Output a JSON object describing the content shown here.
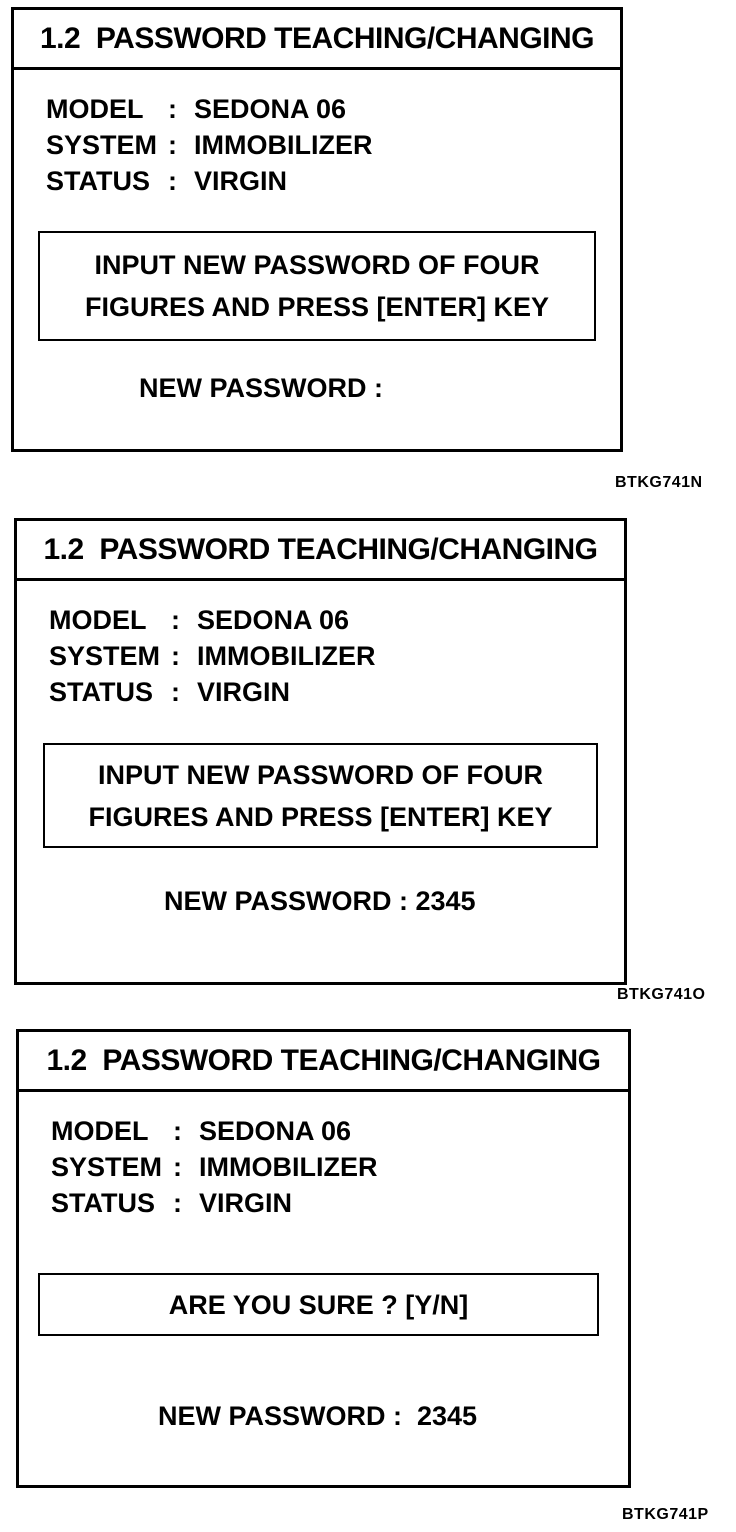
{
  "colon": ":",
  "panels": [
    {
      "title": "1.2  PASSWORD TEACHING/CHANGING",
      "info": [
        {
          "label": "MODEL",
          "value": "SEDONA 06"
        },
        {
          "label": "SYSTEM",
          "value": "IMMOBILIZER"
        },
        {
          "label": "STATUS",
          "value": "VIRGIN"
        }
      ],
      "message_lines": [
        "INPUT NEW PASSWORD OF FOUR",
        "FIGURES AND PRESS [ENTER] KEY"
      ],
      "password_line": "NEW PASSWORD :",
      "caption": "BTKG741N"
    },
    {
      "title": "1.2  PASSWORD TEACHING/CHANGING",
      "info": [
        {
          "label": "MODEL",
          "value": "SEDONA 06"
        },
        {
          "label": "SYSTEM",
          "value": "IMMOBILIZER"
        },
        {
          "label": "STATUS",
          "value": "VIRGIN"
        }
      ],
      "message_lines": [
        "INPUT NEW PASSWORD OF FOUR",
        "FIGURES AND PRESS [ENTER] KEY"
      ],
      "password_line": "NEW PASSWORD : 2345",
      "caption": "BTKG741O"
    },
    {
      "title": "1.2  PASSWORD TEACHING/CHANGING",
      "info": [
        {
          "label": "MODEL",
          "value": "SEDONA 06"
        },
        {
          "label": "SYSTEM",
          "value": "IMMOBILIZER"
        },
        {
          "label": "STATUS",
          "value": "VIRGIN"
        }
      ],
      "message_lines": [
        "ARE YOU SURE ? [Y/N]"
      ],
      "password_line": "NEW PASSWORD :  2345",
      "caption": "BTKG741P"
    }
  ]
}
